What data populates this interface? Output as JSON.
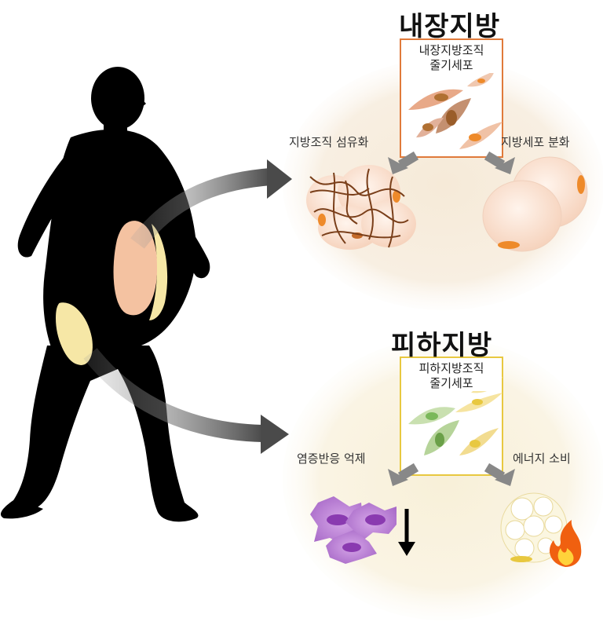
{
  "visceral": {
    "title": "내장지방",
    "stem_cell_line1": "내장지방조직",
    "stem_cell_line2": "줄기세포",
    "left_outcome": "지방조직 섬유화",
    "right_outcome": "지방세포 분화",
    "box_color": "#e07a3a"
  },
  "subcutaneous": {
    "title": "피하지방",
    "stem_cell_line1": "피하지방조직",
    "stem_cell_line2": "줄기세포",
    "left_outcome": "염증반응 억제",
    "right_outcome": "에너지 소비",
    "box_color": "#e8c840"
  },
  "colors": {
    "silhouette": "#000000",
    "visceral_fat": "#f4c2a1",
    "subcutaneous_fat": "#f6e7a6",
    "arrow": "#555555"
  }
}
